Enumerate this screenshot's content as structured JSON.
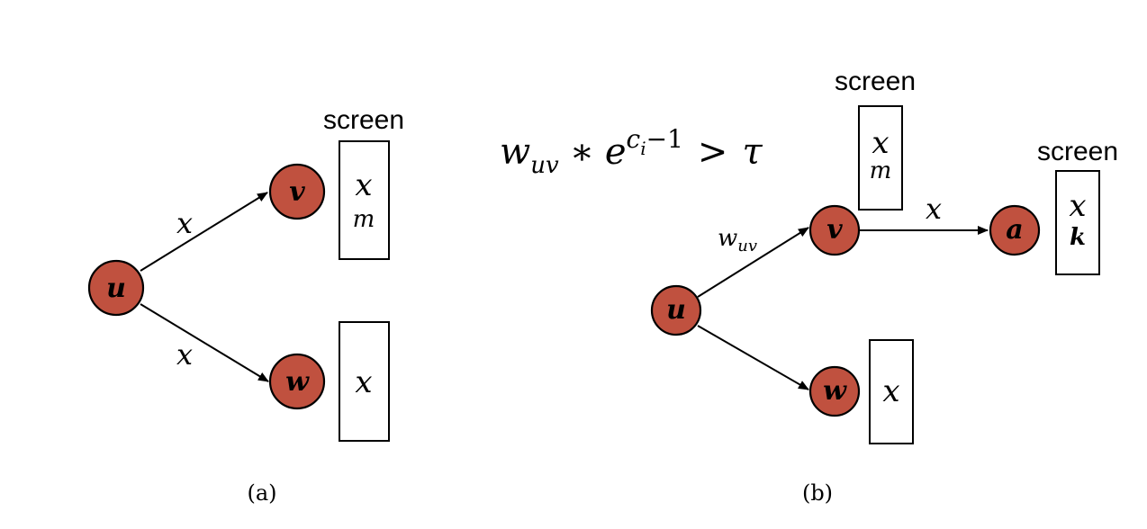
{
  "panel_a": {
    "caption": "(a)",
    "nodes": {
      "u": "u",
      "v": "v",
      "w": "w"
    },
    "edge_labels": {
      "uv": "x",
      "uw": "x"
    },
    "screen_title": "screen",
    "screen_v": {
      "line1": "x",
      "line2": "m"
    },
    "screen_w": {
      "line1": "x"
    }
  },
  "panel_b": {
    "caption": "(b)",
    "nodes": {
      "u": "u",
      "v": "v",
      "w": "w",
      "a": "a"
    },
    "edge_labels": {
      "uv_base": "w",
      "uv_sub": "uv",
      "va": "x"
    },
    "formula": {
      "w": "w",
      "w_sub": "uv",
      "op": "∗",
      "e": "e",
      "exp_c": "c",
      "exp_sub": "i",
      "exp_rest": "−1",
      "gt": ">",
      "tau": "τ"
    },
    "screen_title_v": "screen",
    "screen_title_a": "screen",
    "screen_v": {
      "line1": "x",
      "line2": "m"
    },
    "screen_a": {
      "line1": "x",
      "line2": "k"
    },
    "screen_w": {
      "line1": "x"
    }
  }
}
